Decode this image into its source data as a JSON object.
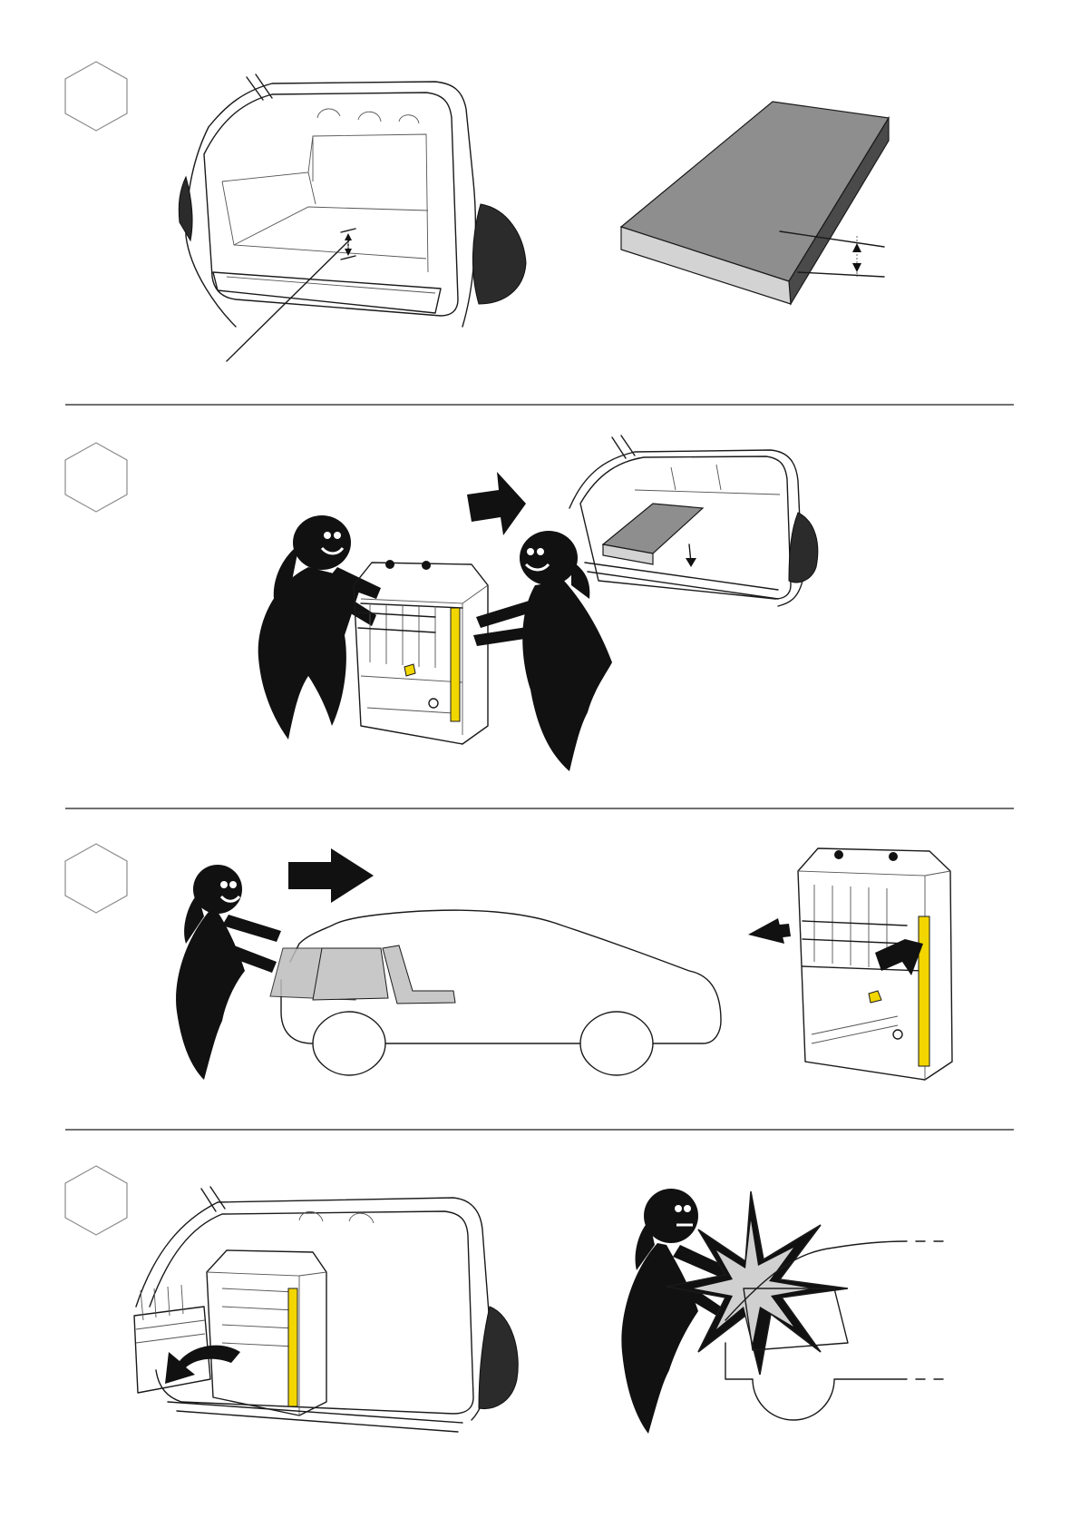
{
  "sheet": {
    "steps": [
      {
        "id": 1,
        "panels": [
          "boot-floor-measure",
          "foam-pad-thickness"
        ]
      },
      {
        "id": 2,
        "panels": [
          "two-people-lifting-cage",
          "foam-placed-in-boot"
        ]
      },
      {
        "id": 3,
        "panels": [
          "person-pushing-cage-into-car",
          "cage-back-push-arrows"
        ]
      },
      {
        "id": 4,
        "panels": [
          "cage-installed-door-open",
          "collision-warning"
        ]
      }
    ],
    "icons": [
      "step-hexagon-icon",
      "arrow-right-icon",
      "arrow-down-icon",
      "collision-burst-icon",
      "dimension-arrow-icon"
    ]
  },
  "colors": {
    "ink": "#111111",
    "foam_top": "#8e8e8e",
    "foam_front": "#d3d3d3",
    "foam_side": "#4a4a4a",
    "accent_yellow": "#f2d600",
    "hexagon_outline": "#8c8c8c"
  }
}
